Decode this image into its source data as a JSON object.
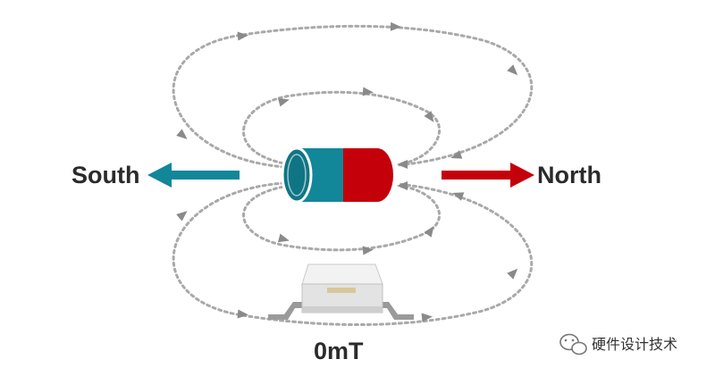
{
  "labels": {
    "south": "South",
    "north": "North",
    "reading": "0mT"
  },
  "watermark": {
    "text": "硬件设计技术",
    "icon": "wechat-icon"
  },
  "colors": {
    "south_pole": "#12879a",
    "north_pole": "#c4000a",
    "field_line": "#a9a9a9",
    "field_arrow": "#8a8a8a",
    "label_text": "#2b2b2b",
    "sensor_body": "#e9e9e9",
    "sensor_leads": "#9a9a9a"
  }
}
